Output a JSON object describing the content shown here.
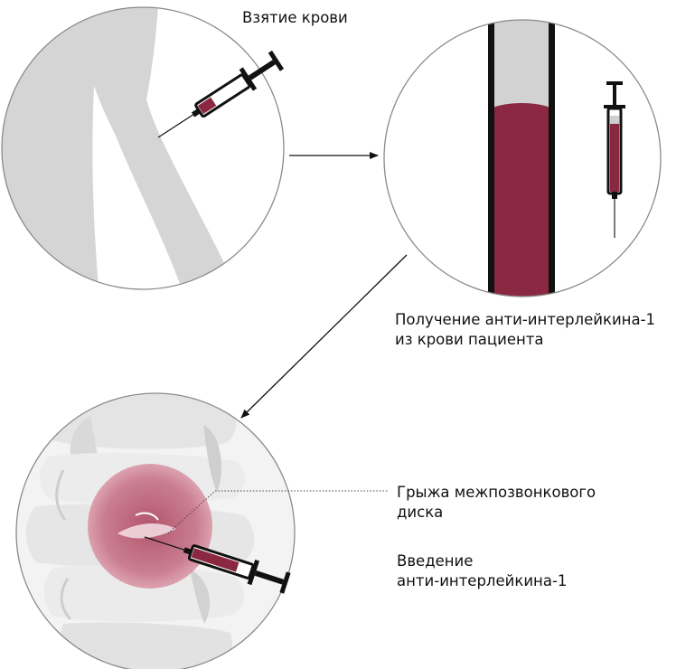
{
  "labels": {
    "blood_draw": "Взятие крови",
    "obtain": {
      "line1": "Получение анти-интерлейкина-1",
      "line2": "из крови пациента"
    },
    "hernia": {
      "line1": "Грыжа межпозвонкового",
      "line2": "диска"
    },
    "injection": {
      "line1": "Введение",
      "line2": "анти-интерлейкина-1"
    }
  },
  "colors": {
    "blood": "#8b2841",
    "arm": "#d5d5d5",
    "circle_stroke": "#888888",
    "tube_wall": "#111111",
    "tube_empty": "#d2d2d2",
    "highlight": "#b5566e"
  }
}
